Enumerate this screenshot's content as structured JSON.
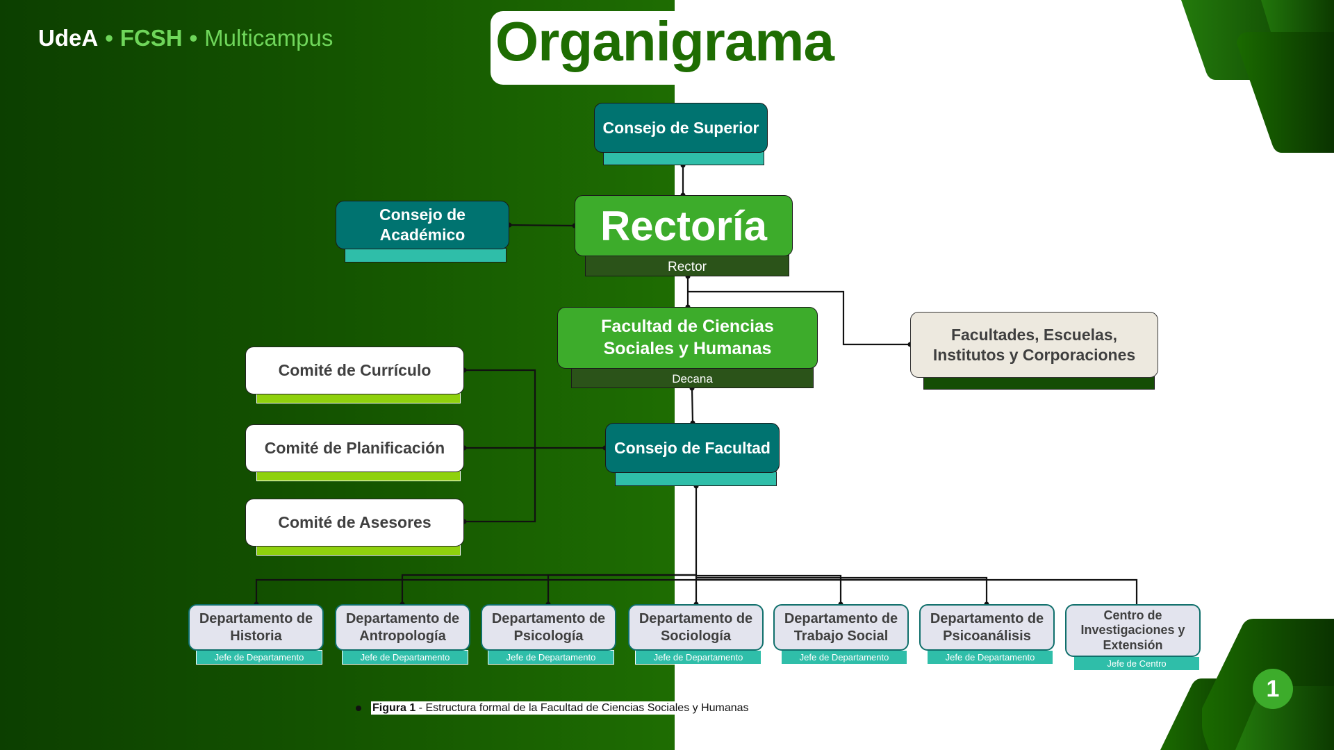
{
  "header": {
    "brand": "UdeA",
    "separator": "•",
    "faculty": "FCSH",
    "campus": "Multicampus"
  },
  "title": "Organigrama",
  "nodes": {
    "consejo_superior": {
      "label": "Consejo de Superior",
      "role": ""
    },
    "rectoria": {
      "label": "Rectoría",
      "role": "Rector"
    },
    "consejo_academico": {
      "label": "Consejo de Académico",
      "role": ""
    },
    "facultad": {
      "label": "Facultad de Ciencias Sociales y Humanas",
      "role": "Decana"
    },
    "facultades": {
      "label": "Facultades, Escuelas, Institutos y Corporaciones",
      "role": ""
    },
    "consejo_facultad": {
      "label": "Consejo de Facultad",
      "role": ""
    }
  },
  "comites": [
    {
      "label": "Comité de Currículo"
    },
    {
      "label": "Comité de Planificación"
    },
    {
      "label": "Comité de Asesores"
    }
  ],
  "departments": [
    {
      "label": "Departamento de Historia",
      "role": "Jefe de Departamento"
    },
    {
      "label": "Departamento de Antropología",
      "role": "Jefe de Departamento"
    },
    {
      "label": "Departamento de Psicología",
      "role": "Jefe de Departamento"
    },
    {
      "label": "Departamento de Sociología",
      "role": "Jefe de Departamento"
    },
    {
      "label": "Departamento de Trabajo Social",
      "role": "Jefe de Departamento"
    },
    {
      "label": "Departamento de Psicoanálisis",
      "role": "Jefe de Departamento"
    },
    {
      "label": "Centro de Investigaciones y Extensión",
      "role": "Jefe de Centro"
    }
  ],
  "caption": {
    "figure": "Figura 1",
    "text": " - Estructura formal de la Facultad de Ciencias Sociales y Humanas"
  },
  "page_number": "1",
  "colors": {
    "brand_green": "#1e6d02",
    "accent_green": "#3dac2b",
    "teal": "#007370",
    "teal_light": "#2fbea9",
    "lime": "#8fd10d"
  }
}
